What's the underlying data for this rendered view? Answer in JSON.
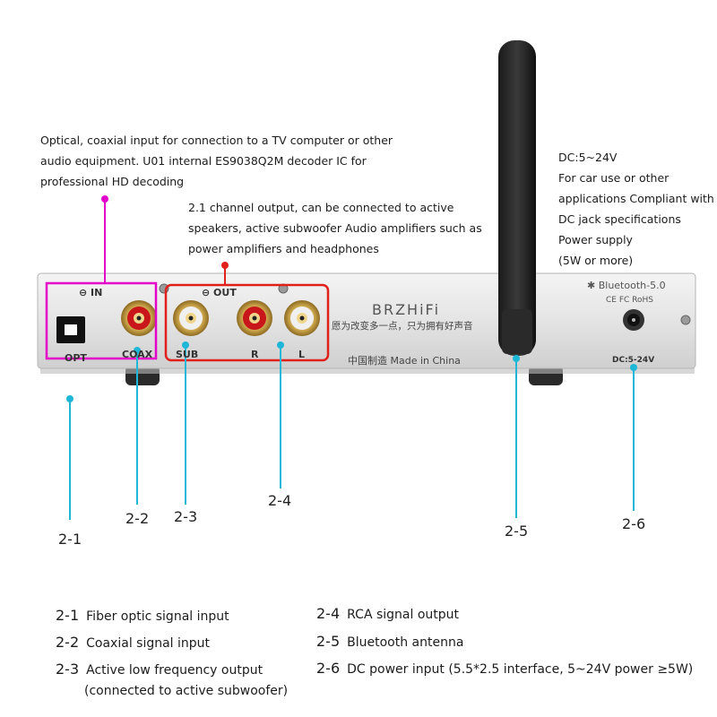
{
  "annotations": {
    "optical": [
      "Optical, coaxial input for connection to a TV computer or other",
      "audio equipment. U01 internal ES9038Q2M decoder IC for",
      "professional HD decoding"
    ],
    "output": [
      "2.1 channel output, can be connected to active",
      "speakers, active subwoofer Audio amplifiers such as",
      "power amplifiers and headphones"
    ],
    "power": [
      "DC:5~24V",
      "For car use or other",
      "applications Compliant with",
      "DC jack specifications",
      "Power supply",
      "(5W or more)"
    ]
  },
  "device": {
    "in_label": "IN",
    "out_label": "OUT",
    "opt": "OPT",
    "coax": "COAX",
    "sub": "SUB",
    "r": "R",
    "l": "L",
    "brand": "BRZHiFi",
    "slogan": "愿为改变多一点，只为拥有好声音",
    "made": "中国制造  Made in China",
    "bluetooth": "Bluetooth-5.0",
    "certs": "CE FC RoHS",
    "dc": "DC:5-24V"
  },
  "callouts": [
    "2-1",
    "2-2",
    "2-3",
    "2-4",
    "2-5",
    "2-6"
  ],
  "legend": [
    {
      "key": "2-1",
      "text": "Fiber optic signal input"
    },
    {
      "key": "2-2",
      "text": "Coaxial signal input"
    },
    {
      "key": "2-3",
      "text": "Active low frequency output"
    },
    {
      "key": "",
      "text": "(connected to active subwoofer)"
    },
    {
      "key": "2-4",
      "text": "RCA signal output"
    },
    {
      "key": "2-5",
      "text": "Bluetooth antenna"
    },
    {
      "key": "2-6",
      "text": "DC power input (5.5*2.5 interface, 5~24V power ≥5W)"
    }
  ],
  "colors": {
    "magenta": "#e400c8",
    "red": "#e0201b",
    "cyan": "#1fb7d8"
  }
}
